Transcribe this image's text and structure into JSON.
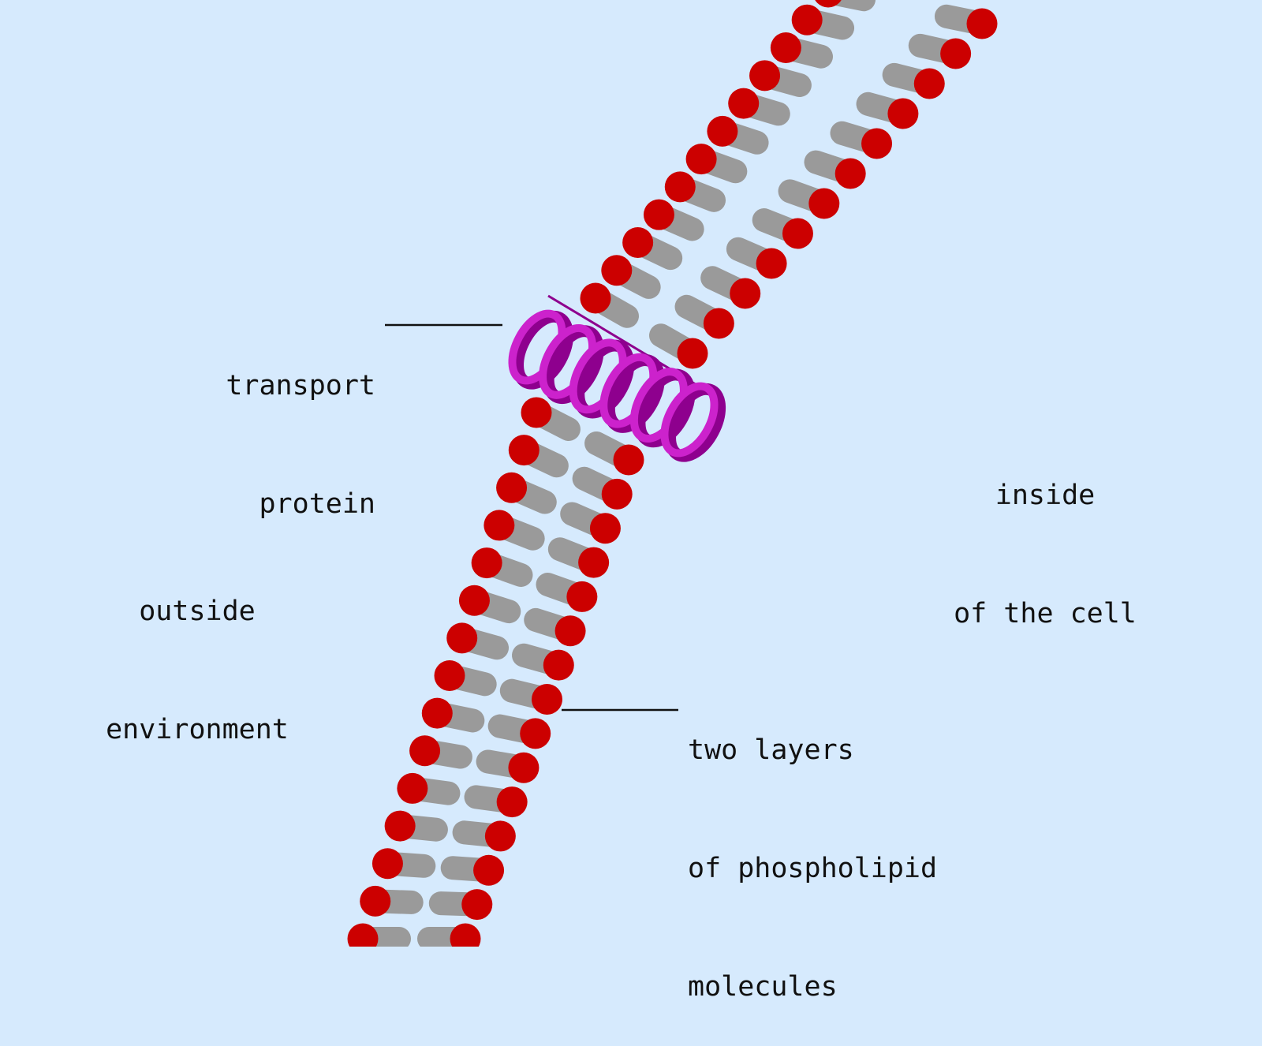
{
  "labels": {
    "transport_protein": {
      "line1": "transport",
      "line2": "protein"
    },
    "outside": {
      "line1": "outside",
      "line2": "environment"
    },
    "inside": {
      "line1": "inside",
      "line2": "of the cell"
    },
    "phospholipid": {
      "line1": "two layers",
      "line2": "of phospholipid",
      "line3": "molecules"
    }
  },
  "colors": {
    "background": "#d6eafd",
    "head": "#cc0000",
    "tail": "#9a9a9a",
    "protein_light": "#cc22cc",
    "protein_dark": "#8e008e",
    "label_text": "#111111",
    "leader_line": "#111111"
  }
}
